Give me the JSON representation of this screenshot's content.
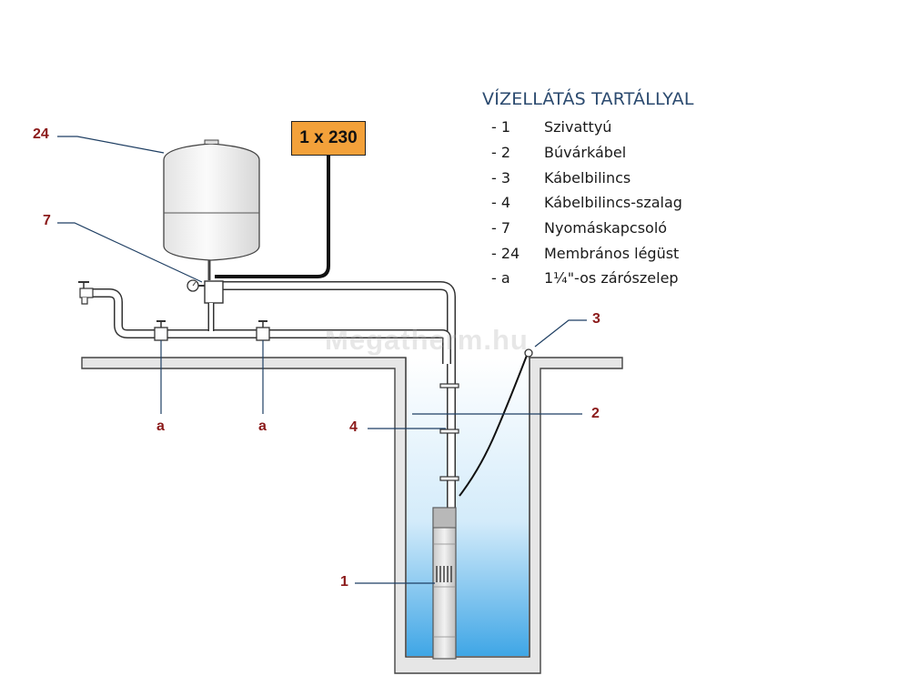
{
  "legend": {
    "title": "VÍZELLÁTÁS TARTÁLLYAL",
    "items": [
      {
        "code": "- 1",
        "label": "Szivattyú"
      },
      {
        "code": "- 2",
        "label": "Búvárkábel"
      },
      {
        "code": "- 3",
        "label": "Kábelbilincs"
      },
      {
        "code": "- 4",
        "label": "Kábelbilincs-szalag"
      },
      {
        "code": "- 7",
        "label": "Nyomáskapcsoló"
      },
      {
        "code": "- 24",
        "label": "Membrános légüst"
      },
      {
        "code": "- a",
        "label": "1¼\"-os zárószelep"
      }
    ]
  },
  "power_box": {
    "label": "1 x 230"
  },
  "callouts": {
    "tank": "24",
    "pressure_switch": "7",
    "cable_clamp": "3",
    "cable": "2",
    "clamp_band": "4",
    "pump": "1",
    "valve_left": "a",
    "valve_right": "a"
  },
  "watermark": "Megatherm.hu",
  "colors": {
    "callout": "#8b1a1a",
    "legend_title": "#2b4a6f",
    "power_box": "#f3a13a",
    "water_top": "#e8f4fc",
    "water_bottom": "#3fa6e6",
    "ground": "#e6e6e6"
  }
}
